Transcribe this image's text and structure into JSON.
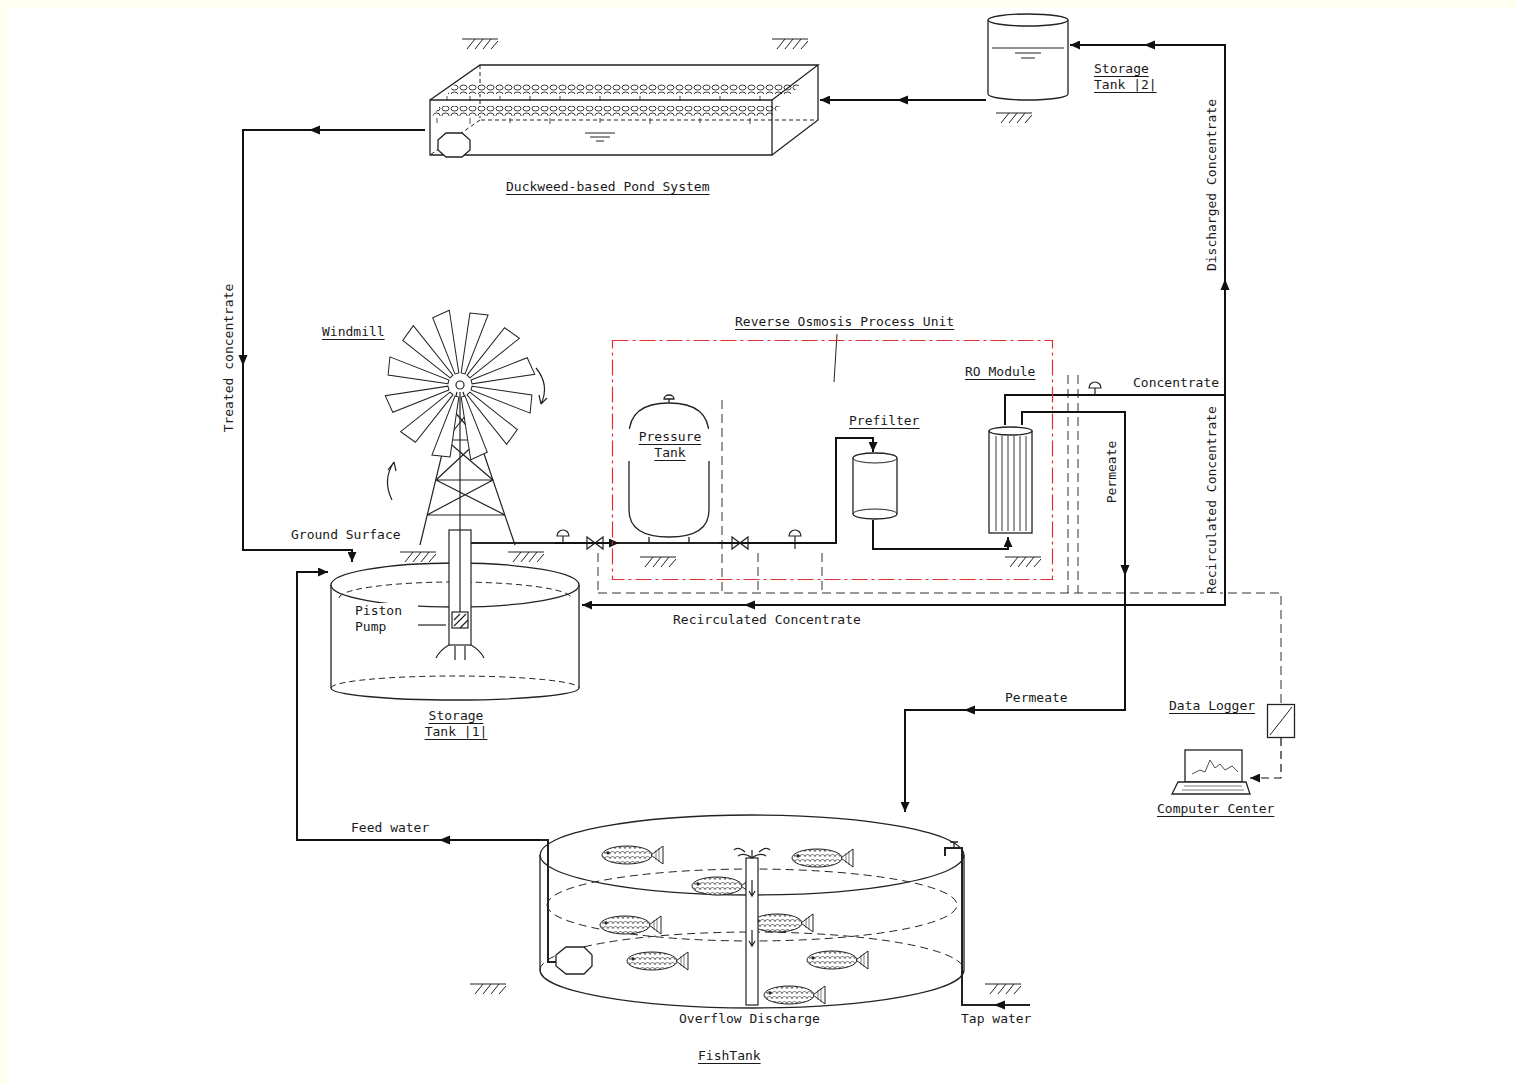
{
  "diagram": {
    "nodes": [
      {
        "text": [
          "Storage Tank |2|"
        ]
      },
      {
        "text": [
          "Duckweed-based Pond System"
        ]
      },
      {
        "text": [
          "Windmill"
        ]
      },
      {
        "text": [
          "Reverse Osmosis Process Unit"
        ]
      },
      {
        "text": [
          "Pressure Tank"
        ],
        "in": 3
      },
      {
        "text": [
          "Prefilter"
        ],
        "in": 3
      },
      {
        "text": [
          "RO Module"
        ],
        "in": 3
      },
      {
        "text": [
          "Storage Tank |1|"
        ]
      },
      {
        "text": [
          "FishTank"
        ]
      },
      {
        "text": [
          "Data Logger"
        ]
      },
      {
        "text": [
          "Computer Center"
        ]
      }
    ],
    "edges": [
      {
        "from": 0,
        "to": 1,
        "arrow": "to"
      },
      {
        "from": 1,
        "to": 7,
        "label": "Treated concentrate",
        "arrow": "to"
      },
      {
        "from": 2,
        "to": 4,
        "arrow": "to"
      },
      {
        "from": 4,
        "to": 5,
        "arrow": "to"
      },
      {
        "from": 5,
        "to": 6,
        "arrow": "to"
      },
      {
        "from": 6,
        "to": 0,
        "label": "Discharged Concentrate",
        "arrow": "to"
      },
      {
        "from": 6,
        "to": 7,
        "label": "Recirculated Concentrate",
        "arrow": "to"
      },
      {
        "from": 6,
        "to": 8,
        "label": "Permeate",
        "arrow": "to"
      },
      {
        "from": 8,
        "to": 7,
        "label": "Feed water",
        "arrow": "to"
      },
      {
        "from": 9,
        "to": 10,
        "arrow": "to"
      }
    ],
    "labels": [
      "Ground Surface",
      "Piston Pump",
      "Permeate",
      "Recirculated Concentrate",
      "Concentrate",
      "Overflow Discharge",
      "Tap water"
    ]
  }
}
